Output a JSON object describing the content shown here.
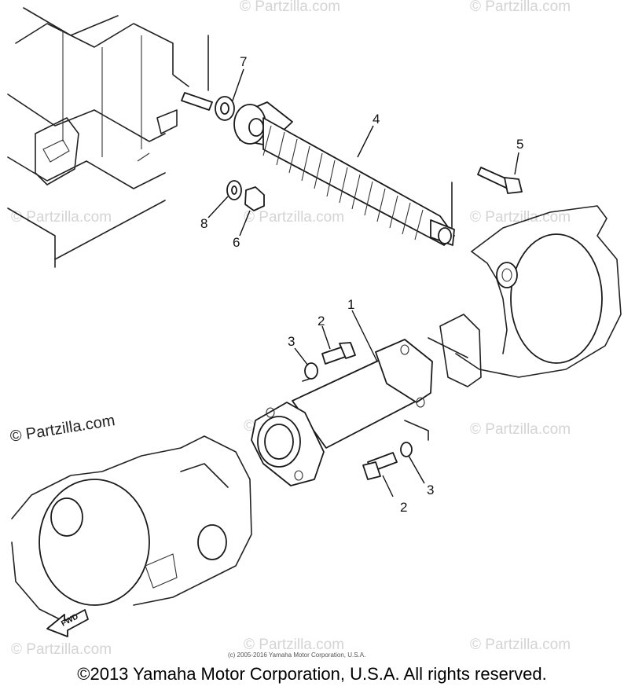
{
  "watermarks": {
    "text": "© Partzilla.com",
    "prominent": "© Partzilla.com"
  },
  "callouts": {
    "c1": "1",
    "c2a": "2",
    "c2b": "2",
    "c3a": "3",
    "c3b": "3",
    "c4": "4",
    "c5": "5",
    "c6": "6",
    "c7": "7",
    "c8": "8"
  },
  "direction_tag": "FWD",
  "small_copyright": "(c) 2005-2016 Yamaha Motor Corporation, U.S.A.",
  "footer_copyright": "©2013 Yamaha Motor Corporation, U.S.A. All rights reserved."
}
